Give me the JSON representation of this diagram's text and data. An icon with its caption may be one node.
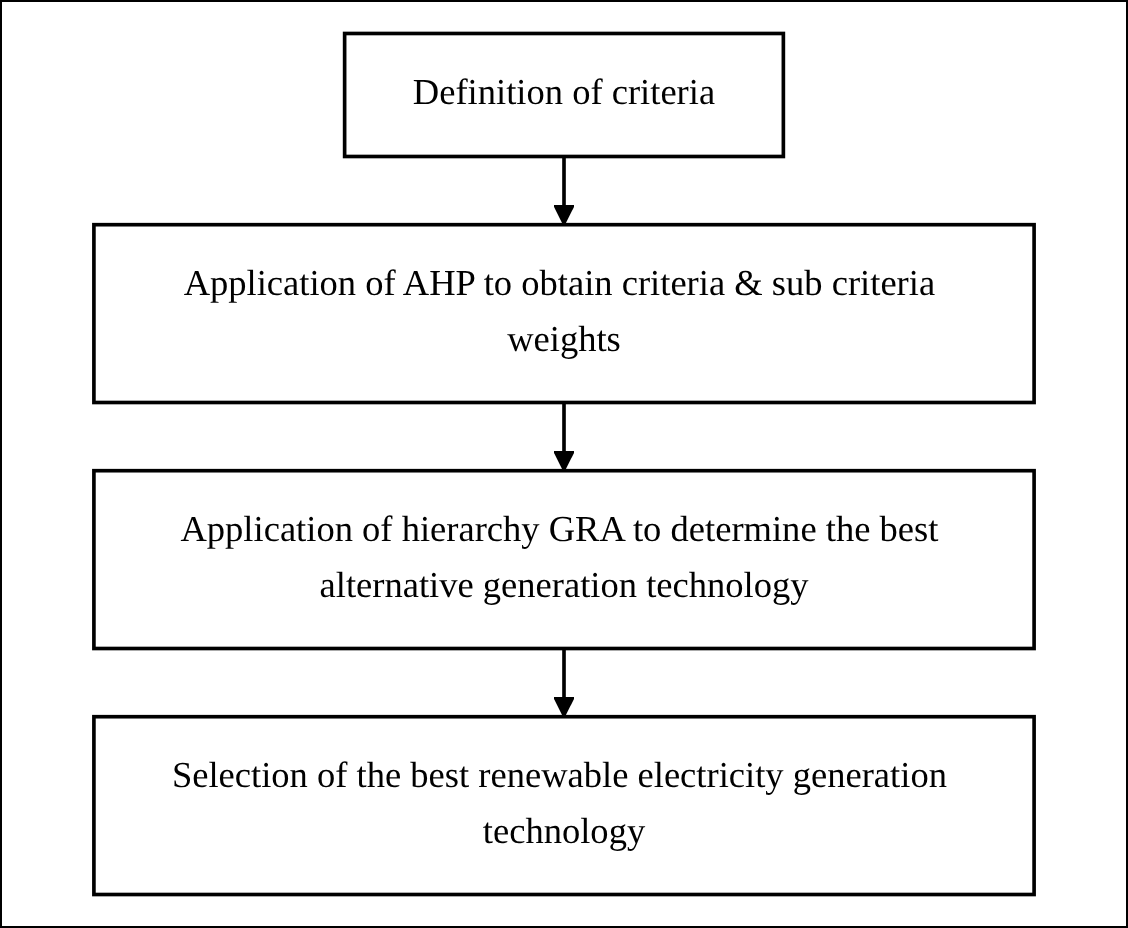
{
  "diagram": {
    "nodes": [
      {
        "text": [
          "Definition of criteria"
        ]
      },
      {
        "text": [
          "Application of AHP to obtain criteria & sub criteria weights"
        ]
      },
      {
        "text": [
          "Application of hierarchy GRA to determine the best alternative generation technology"
        ]
      },
      {
        "text": [
          "Selection of the best renewable electricity generation technology"
        ]
      }
    ],
    "edges": [
      {
        "from": 0,
        "to": 1,
        "arrow": "to"
      },
      {
        "from": 1,
        "to": 2,
        "arrow": "to"
      },
      {
        "from": 2,
        "to": 3,
        "arrow": "to"
      }
    ]
  }
}
